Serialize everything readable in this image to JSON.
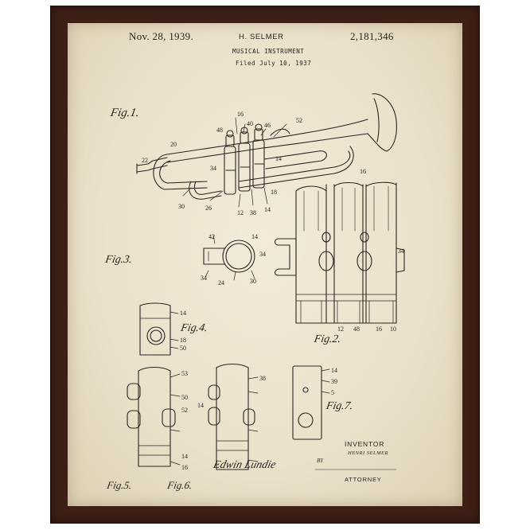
{
  "header": {
    "date": "Nov. 28, 1939.",
    "inventor": "H. SELMER",
    "patent_number": "2,181,346",
    "title": "MUSICAL INSTRUMENT",
    "filed": "Filed July 10, 1937"
  },
  "figure_labels": {
    "fig1": "Fig.1.",
    "fig2": "Fig.2.",
    "fig3": "Fig.3.",
    "fig4": "Fig.4.",
    "fig5": "Fig.5.",
    "fig6": "Fig.6.",
    "fig7": "Fig.7."
  },
  "signature_block": {
    "inventor_label": "INVENTOR",
    "inventor_name": "HENRI SELMER",
    "by": "BY",
    "attorney_signature": "Edwin Lundie",
    "attorney_label": "ATTORNEY"
  },
  "reference_numerals": {
    "fig1": [
      "16",
      "40",
      "46",
      "52",
      "48",
      "20",
      "22",
      "34",
      "14",
      "18",
      "30",
      "26",
      "12",
      "38",
      "14"
    ],
    "fig2": [
      "16",
      "34",
      "12",
      "48",
      "16",
      "34",
      "10"
    ],
    "fig3": [
      "42",
      "14",
      "34",
      "24",
      "30"
    ],
    "fig4": [
      "14",
      "18",
      "50"
    ],
    "fig5": [
      "53",
      "50",
      "52",
      "14",
      "16"
    ],
    "fig6": [
      "38",
      "14"
    ],
    "fig7": [
      "14",
      "39",
      "5"
    ]
  },
  "colors": {
    "frame": "#3e1f15",
    "paper": "#eae1ca",
    "ink": "#2b2520"
  }
}
